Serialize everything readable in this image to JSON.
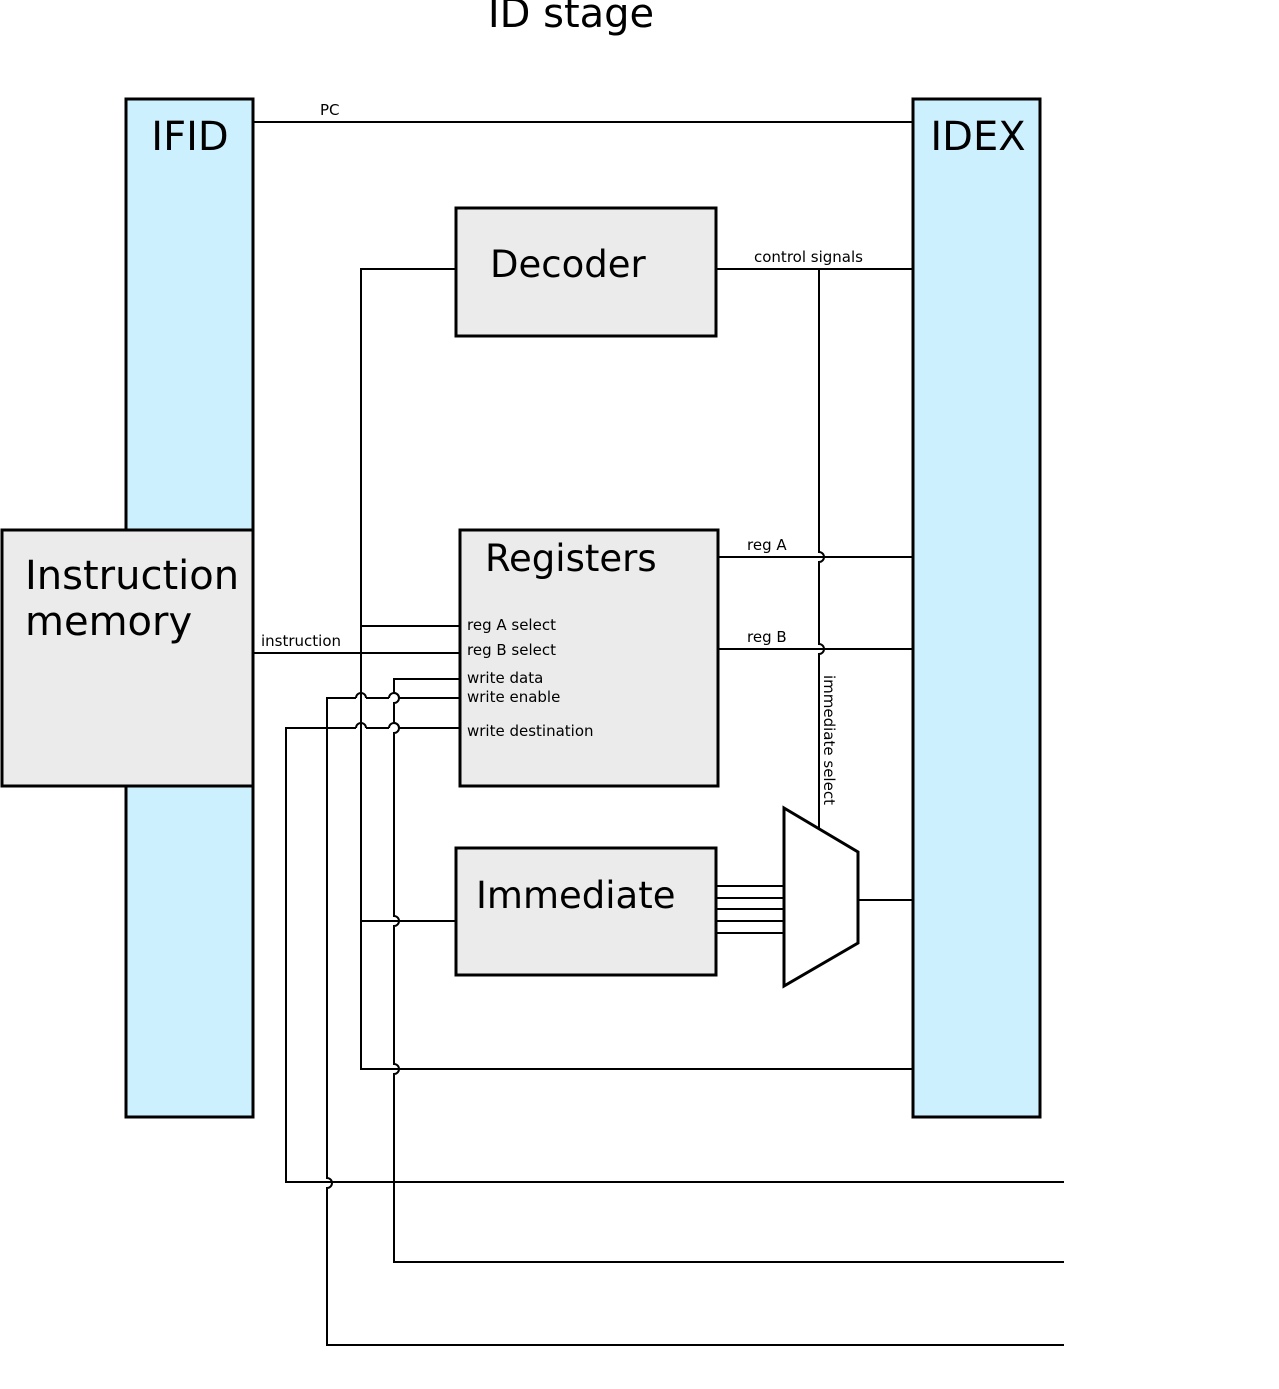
{
  "title": "ID stage",
  "pipeline_registers": {
    "ifid": "IFID",
    "idex": "IDEX"
  },
  "blocks": {
    "instruction_memory": [
      "Instruction",
      "memory"
    ],
    "decoder": "Decoder",
    "registers": "Registers",
    "immediate": "Immediate"
  },
  "register_ports": {
    "reg_a_select": "reg A select",
    "reg_b_select": "reg B select",
    "write_data": "write data",
    "write_enable": "write enable",
    "write_destination": "write destination"
  },
  "signals": {
    "pc": "PC",
    "instruction": "instruction",
    "control_signals": "control signals",
    "reg_a": "reg A",
    "reg_b": "reg B",
    "immediate_select": "immediate select"
  },
  "colors": {
    "pipeline_register_fill": "#ccf0fd",
    "block_fill": "#ebebeb"
  }
}
